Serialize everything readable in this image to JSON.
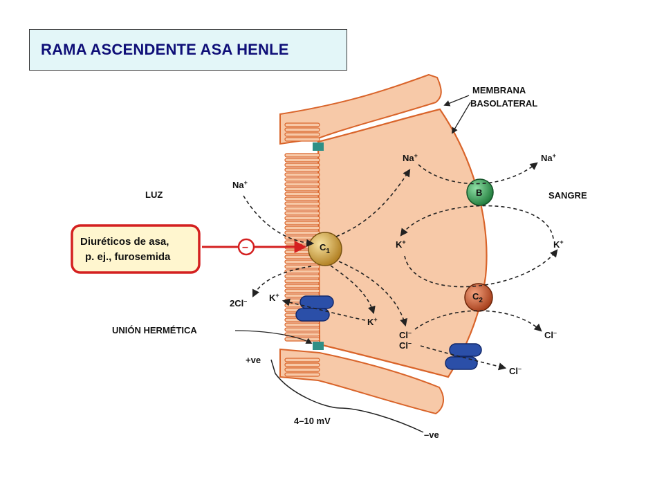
{
  "title": "RAMA ASCENDENTE ASA HENLE",
  "labels": {
    "membrana_line1": "MEMBRANA",
    "membrana_line2": "BASOLATERAL",
    "luz": "LUZ",
    "sangre": "SANGRE",
    "union_hermetica": "UNIÓN HERMÉTICA",
    "plus_ve": "+ve",
    "minus_ve": "–ve",
    "voltage": "4–10 mV"
  },
  "drug_box": {
    "line1": "Diuréticos de asa,",
    "line2": "p. ej., furosemida",
    "inhibit_symbol": "–"
  },
  "transporters": {
    "c1": {
      "letter": "C",
      "sub": "1",
      "color": "#d4a23a"
    },
    "b": {
      "letter": "B",
      "color": "#2f9a52"
    },
    "c2": {
      "letter": "C",
      "sub": "2",
      "color": "#c8562e"
    }
  },
  "ions": {
    "na_lumen": {
      "base": "Na",
      "charge": "+"
    },
    "na_cell": {
      "base": "Na",
      "charge": "+"
    },
    "na_blood": {
      "base": "Na",
      "charge": "+"
    },
    "k_cell": {
      "base": "K",
      "charge": "+"
    },
    "k_blood": {
      "base": "K",
      "charge": "+"
    },
    "k_lumen": {
      "base": "K",
      "charge": "+"
    },
    "k_lower": {
      "base": "K",
      "charge": "+"
    },
    "cl2_lumen": {
      "base": "2Cl",
      "charge": "–"
    },
    "cl_cell1": {
      "base": "Cl",
      "charge": "–"
    },
    "cl_cell2": {
      "base": "Cl",
      "charge": "–"
    },
    "cl_blood1": {
      "base": "Cl",
      "charge": "–"
    },
    "cl_blood2": {
      "base": "Cl",
      "charge": "–"
    }
  },
  "colors": {
    "cell_fill": "#f7c9a8",
    "cell_outline": "#d9642a",
    "channel_blue": "#2b4fa8",
    "tight_junction": "#2f8f86",
    "drug_box_border": "#d42020",
    "drug_box_fill": "#fff6cf",
    "inhibit_arrow": "#d42020",
    "title_text": "#0f0f78"
  }
}
